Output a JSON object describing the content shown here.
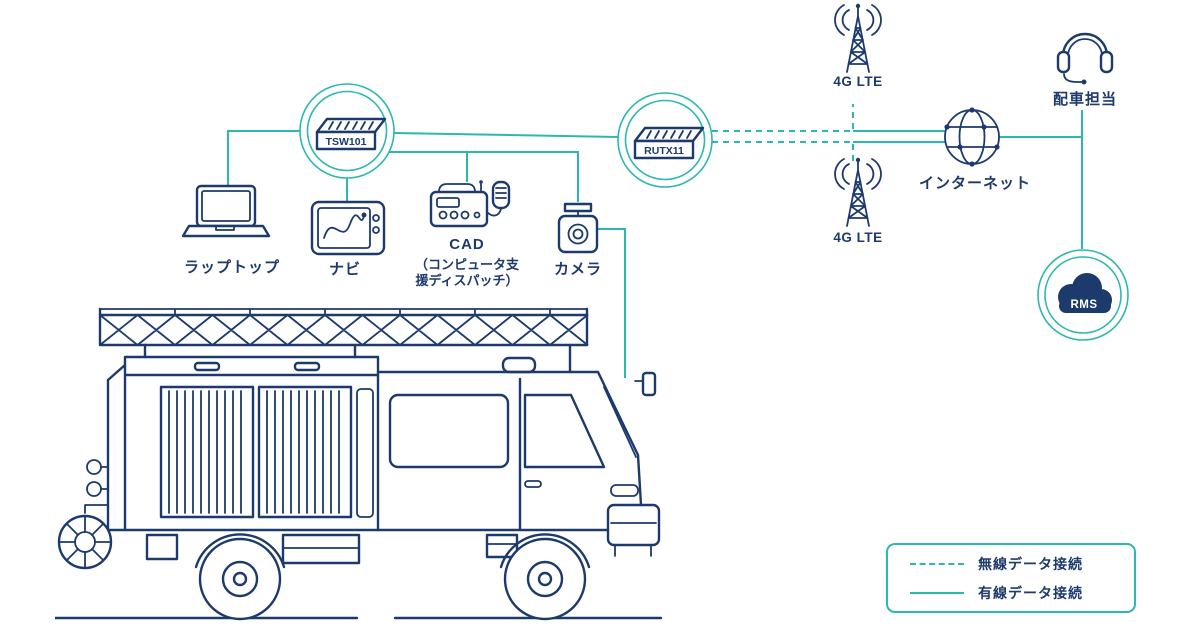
{
  "colors": {
    "navy": "#1d3a6d",
    "teal": "#2bb8b1",
    "background": "#ffffff"
  },
  "nodes": {
    "tsw101": {
      "label": "TSW101"
    },
    "rutx11": {
      "label": "RUTX11"
    },
    "lte_top": {
      "label": "4G LTE"
    },
    "lte_bottom": {
      "label": "4G LTE"
    },
    "internet": {
      "label": "インターネット"
    },
    "dispatcher": {
      "label": "配車担当"
    },
    "rms": {
      "label": "RMS"
    },
    "laptop": {
      "label": "ラップトップ"
    },
    "navi": {
      "label": "ナビ"
    },
    "cad": {
      "label": "CAD",
      "sub1": "（コンピュータ支",
      "sub2": "援ディスパッチ）"
    },
    "camera": {
      "label": "カメラ"
    }
  },
  "legend": {
    "wireless": "無線データ接続",
    "wired": "有線データ接続"
  },
  "icon_names": [
    "switch-icon",
    "router-icon",
    "cell-tower-icon",
    "globe-icon",
    "headset-icon",
    "cloud-icon",
    "laptop-icon",
    "navigation-icon",
    "radio-dispatch-icon",
    "camera-icon",
    "fire-truck-illustration"
  ]
}
